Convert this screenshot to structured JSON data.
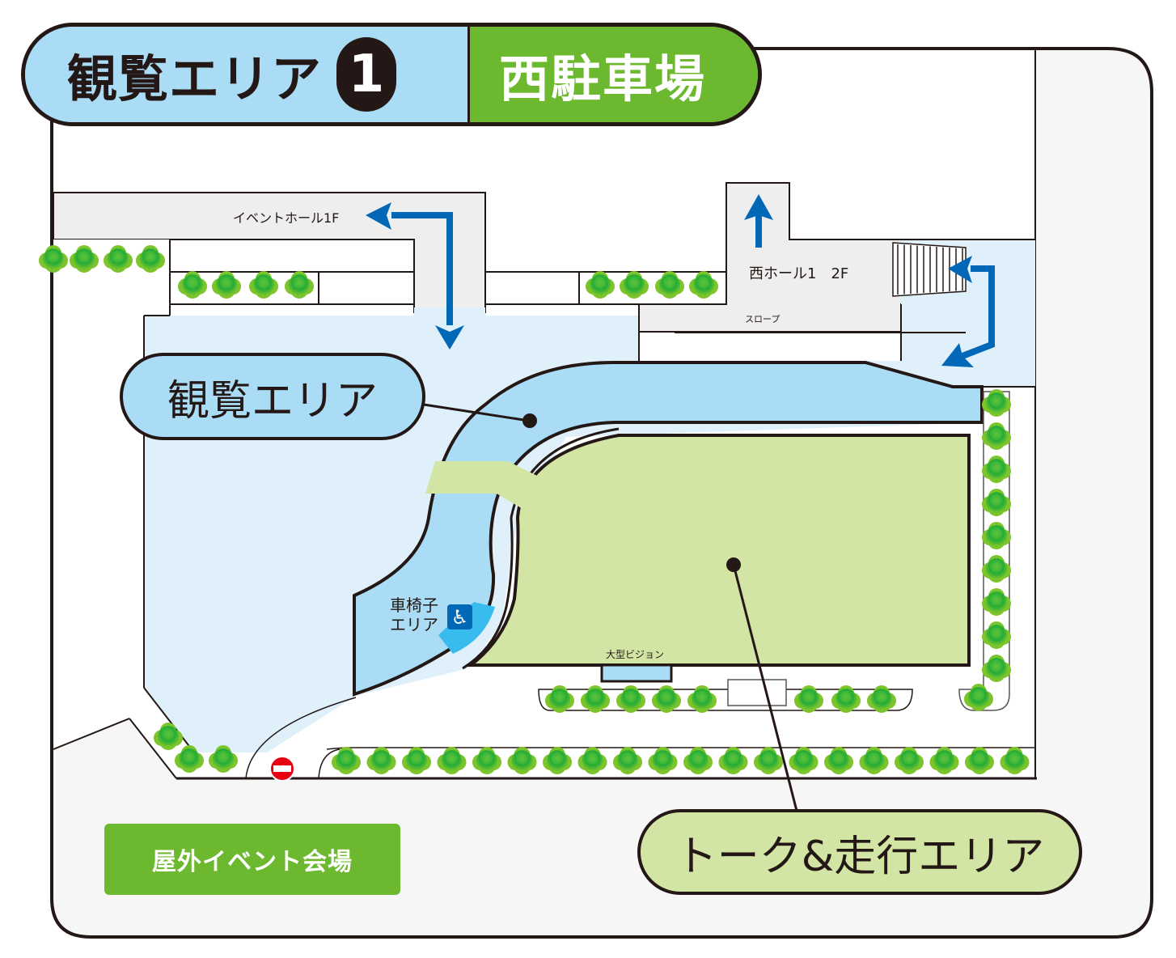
{
  "header": {
    "area_title": "観覧エリア",
    "area_number": "1",
    "location": "西駐車場"
  },
  "callouts": {
    "viewing_area": "観覧エリア",
    "talk_run_area": "トーク&走行エリア"
  },
  "labels": {
    "event_hall": "イベントホール1F",
    "west_hall": "西ホール1　2F",
    "slope": "スロープ",
    "large_vision": "大型ビジョン",
    "wheelchair_line1": "車椅子",
    "wheelchair_line2": "エリア",
    "outdoor_venue": "屋外イベント会場"
  },
  "icons": {
    "wheelchair": "wheelchair-icon",
    "no_entry": "no-entry-icon",
    "tree": "tree-icon",
    "arrow": "arrow-icon",
    "stairs": "stairs-icon"
  },
  "colors": {
    "outline": "#231815",
    "viewing_blue": "#aadcf6",
    "light_blue": "#dff0fb",
    "talk_green": "#d3e5a4",
    "brand_green": "#6cb82e",
    "arrow_blue": "#0068b7",
    "building_gray": "#eeeeee",
    "outer_gray": "#f6f6f6",
    "wheelchair_cyan": "#37bced",
    "no_entry_red": "#e60012"
  }
}
